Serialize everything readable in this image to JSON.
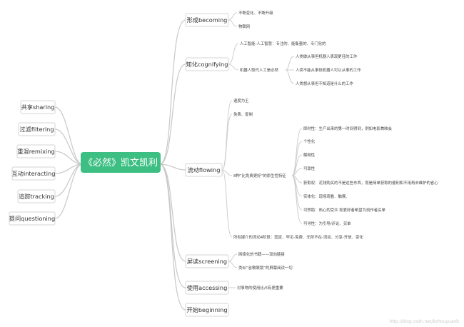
{
  "root": {
    "label": "《必然》凯文凯利"
  },
  "left_branches": [
    {
      "label": "共享sharing"
    },
    {
      "label": "过滤filtering"
    },
    {
      "label": "重混remixing"
    },
    {
      "label": "互动interacting"
    },
    {
      "label": "追踪tracking"
    },
    {
      "label": "提问questioning"
    }
  ],
  "right_branches": {
    "becoming": {
      "label": "形成becoming",
      "leaves": [
        "不断变化、不断升级",
        "物联网"
      ]
    },
    "cognifying": {
      "label": "知化cognifying",
      "leaves": [
        "人工智能-人工智慧：专注的、能衡量的、专门化的",
        "机器人取代人工是必然"
      ],
      "sub": [
        "人类做从事但机器人表现更佳的工作",
        "人类不能从事但机器人可以从事的工作",
        "人类想从事但不知道是什么的工作"
      ]
    },
    "flowing": {
      "label": "流动flowing",
      "leaves": [
        "速度为王",
        "免费、复制",
        "8种”比免费更好“的原生性特征",
        "所有媒介的流动4阶段：固定、罕见-免费、无所不在-流动、分享-开放、变化"
      ],
      "sub": [
        "即时性：生产出来的第一时间得到，例如电影首映会",
        "个性化",
        "解释性",
        "可靠性",
        "获取权：花钱购买的不是这些东西，而是简单获取的便利和不用再去维护的省心",
        "实体化：现场观看、触摸、",
        "可赞助：热心的受众 和爱好者希望为创作者买单",
        "可寻性：为引导/评论、买单"
      ]
    },
    "screening": {
      "label": "屏读screening",
      "leaves": [
        "网络化的书籍——双向链接",
        "类似“谷歌眼镜”的屏幕阅读一切"
      ]
    },
    "accessing": {
      "label": "使用accessing",
      "leaves": [
        "对事物的使用比占有更重要"
      ]
    },
    "beginning": {
      "label": "开始beginning"
    }
  },
  "watermark": "http://blog.csdn.net/kzhouyuanb"
}
